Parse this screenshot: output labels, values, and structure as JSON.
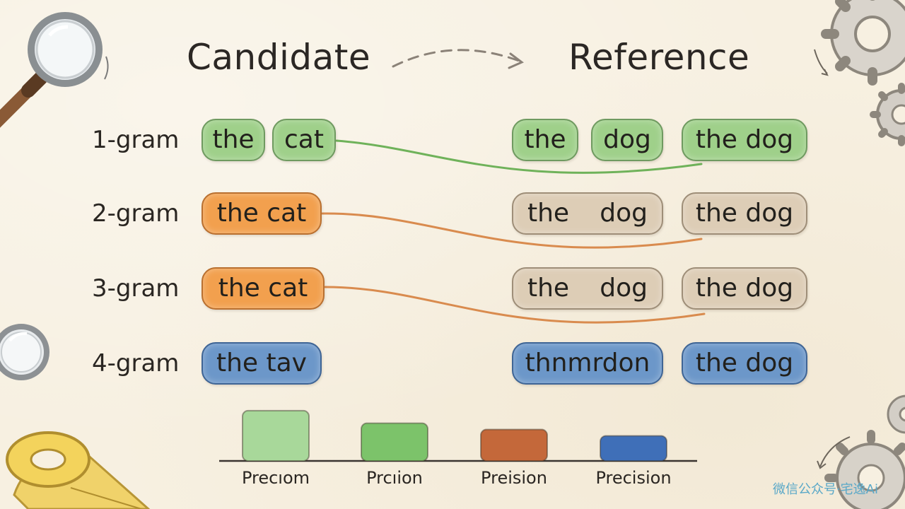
{
  "headings": {
    "candidate": "Candidate",
    "reference": "Reference"
  },
  "rows": [
    {
      "label": "1-gram",
      "candidate": [
        "the",
        "cat"
      ],
      "reference": [
        "the",
        "dog",
        "the dog"
      ]
    },
    {
      "label": "2-gram",
      "candidate": [
        "the cat"
      ],
      "reference": [
        "the",
        "dog",
        "the dog"
      ]
    },
    {
      "label": "3-gram",
      "candidate": [
        "the cat"
      ],
      "reference": [
        "the",
        "dog",
        "the dog"
      ]
    },
    {
      "label": "4-gram",
      "candidate": [
        "the tav"
      ],
      "reference": [
        "thnmrdon",
        "the dog"
      ]
    }
  ],
  "bars": [
    {
      "label": "Precıom",
      "color": "#a8d89a"
    },
    {
      "label": "Prcıion",
      "color": "#7cc36a"
    },
    {
      "label": "Preision",
      "color": "#c4683a"
    },
    {
      "label": "Precision",
      "color": "#3f6fb8"
    }
  ],
  "chart_data": {
    "type": "bar",
    "categories": [
      "Precıom",
      "Prcıion",
      "Preision",
      "Precision"
    ],
    "values": [
      4,
      3,
      2.5,
      2
    ],
    "title": "",
    "xlabel": "",
    "ylabel": "",
    "ylim": [
      0,
      4.5
    ]
  },
  "colors": {
    "green": "#9fd08a",
    "orange": "#f2a04e",
    "beige": "#ddcdb6",
    "blue": "#6c97c9",
    "line_green": "#6fb25a",
    "line_orange": "#d98b4e"
  },
  "decorations": [
    "magnifier-icon",
    "gear-icon",
    "tape-measure-icon"
  ],
  "watermark": "微信公众号·宅逸Ai"
}
